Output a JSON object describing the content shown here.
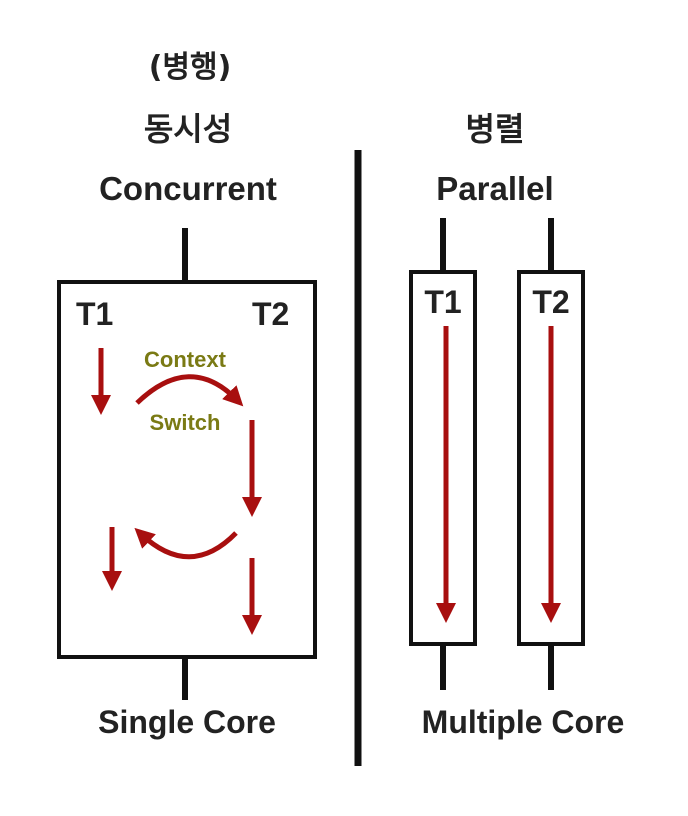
{
  "concurrent": {
    "korean_sub": "(병행)",
    "korean_title": "동시성",
    "title": "Concurrent",
    "thread_1": "T1",
    "thread_2": "T2",
    "context_line1": "Context",
    "context_line2": "Switch",
    "core_label": "Single Core"
  },
  "parallel": {
    "korean_title": "병렬",
    "title": "Parallel",
    "thread_1": "T1",
    "thread_2": "T2",
    "core_label": "Multiple Core"
  },
  "colors": {
    "arrow": "#a80f0f",
    "context_text": "#7a7a14",
    "line": "#111111",
    "text": "#222222"
  }
}
